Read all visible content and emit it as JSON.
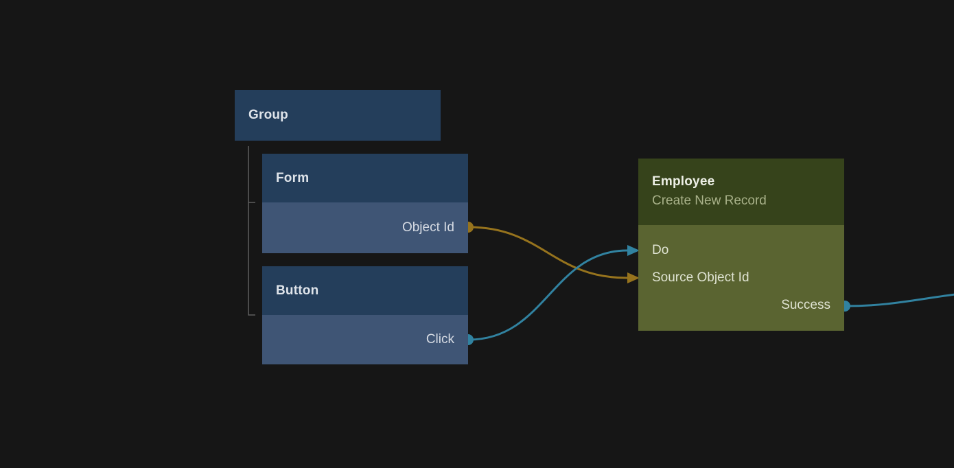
{
  "app": {
    "kind": "flow-node-editor-canvas"
  },
  "colors": {
    "bg": "#161616",
    "blue-header": "#243e5b",
    "blue-body": "#3f5575",
    "green-header": "#36431b",
    "green-body": "#5a6431",
    "amber": "#96731d",
    "teal": "#3182a0",
    "tree-line": "#5e5e5e"
  },
  "nodes": {
    "group": {
      "title": "Group"
    },
    "form": {
      "title": "Form",
      "ports": [
        {
          "label": "Object Id",
          "direction": "output",
          "color": "amber"
        }
      ]
    },
    "button": {
      "title": "Button",
      "ports": [
        {
          "label": "Click",
          "direction": "output",
          "color": "teal"
        }
      ]
    },
    "employee": {
      "title": "Employee",
      "subtitle": "Create New Record",
      "ports": [
        {
          "label": "Do",
          "direction": "input",
          "color": "teal"
        },
        {
          "label": "Source Object Id",
          "direction": "input",
          "color": "amber"
        },
        {
          "label": "Success",
          "direction": "output",
          "color": "teal"
        }
      ]
    }
  },
  "hierarchy": {
    "group_children": [
      "Form",
      "Button"
    ]
  },
  "connections": [
    {
      "from": "Form.Object Id",
      "to": "Employee.Source Object Id",
      "color": "amber"
    },
    {
      "from": "Button.Click",
      "to": "Employee.Do",
      "color": "teal"
    },
    {
      "from": "Employee.Success",
      "to": "offscreen-right",
      "color": "teal"
    }
  ]
}
